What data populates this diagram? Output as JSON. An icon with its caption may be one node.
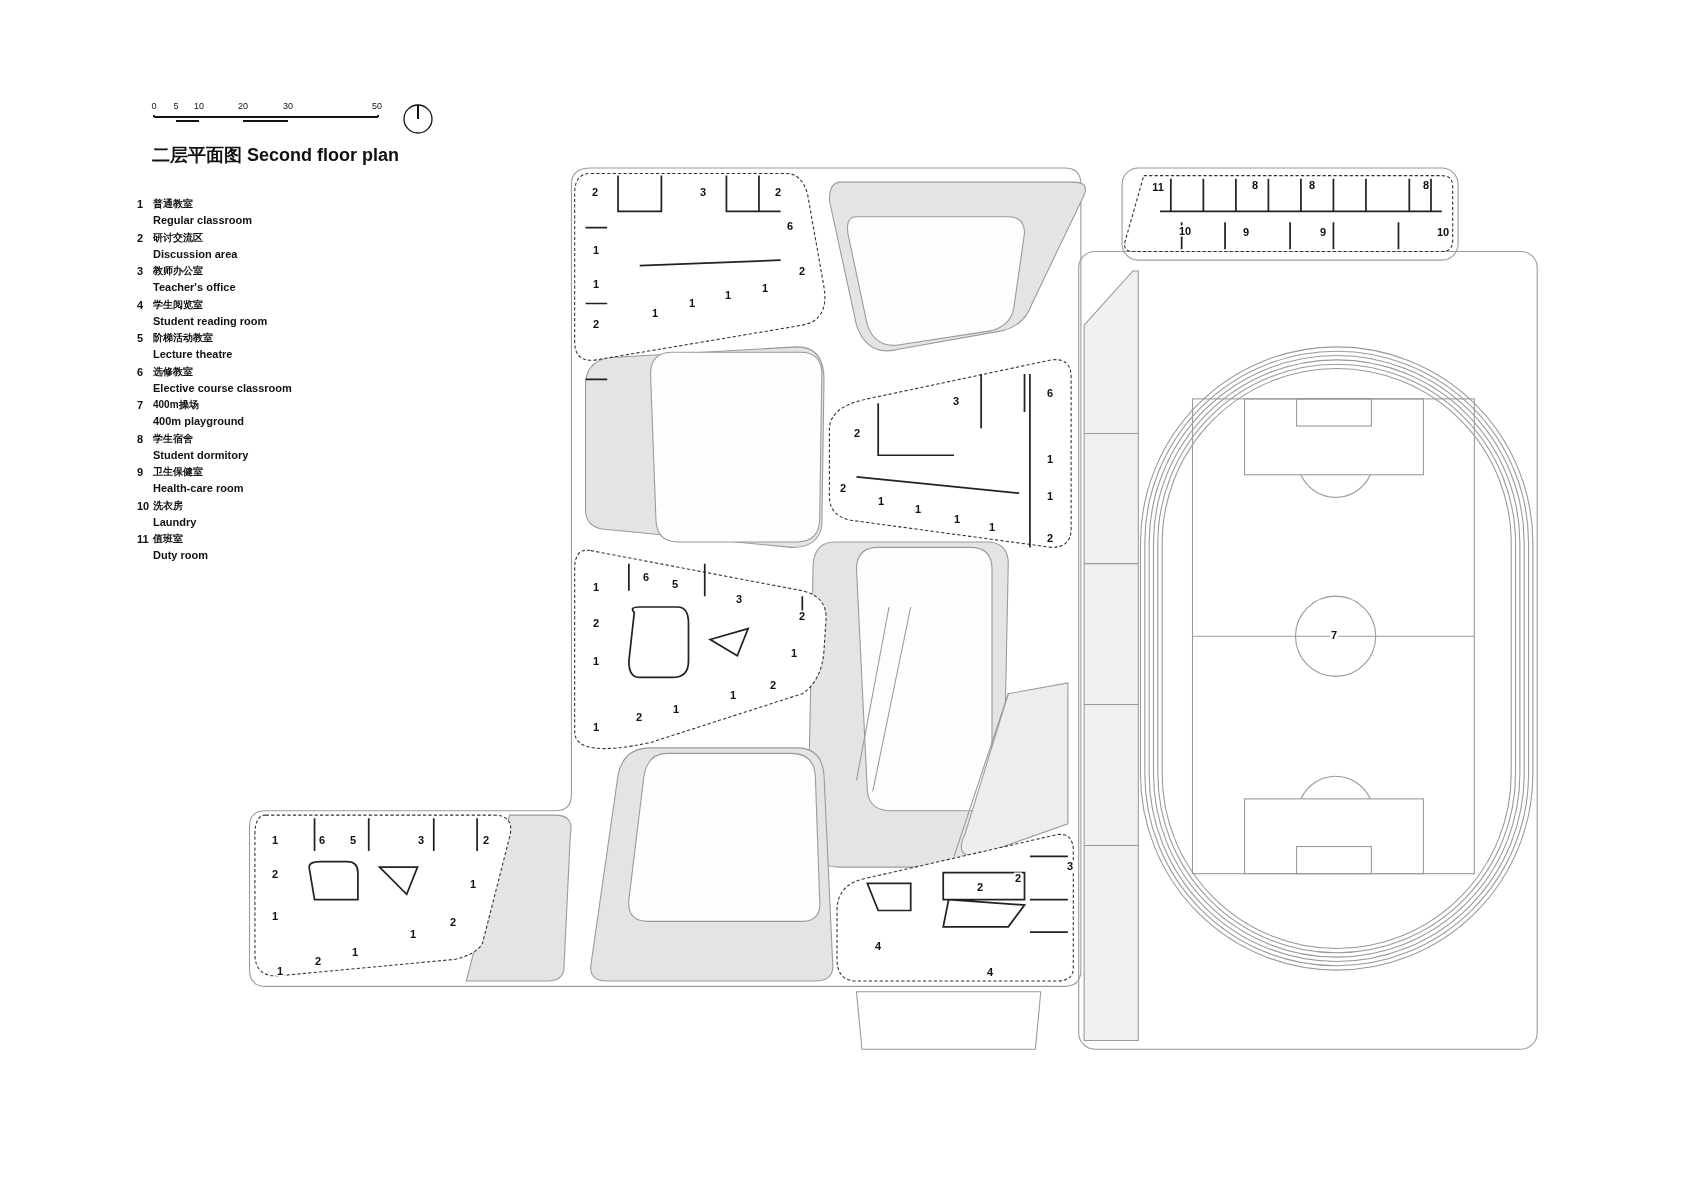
{
  "diagram": {
    "title": "二层平面图 Second floor plan",
    "labels": [
      "0",
      "5",
      "10",
      "20",
      "30",
      "50",
      "1",
      "普通教室",
      "Regular classroom",
      "2",
      "研讨交流区",
      "Discussion area",
      "3",
      "教师办公室",
      "Teacher's office",
      "4",
      "学生阅览室",
      "Student reading room",
      "5",
      "阶梯活动教室",
      "Lecture theatre",
      "6",
      "选修教室",
      "Elective course classroom",
      "7",
      "400m操场",
      "400m playground",
      "8",
      "学生宿舍",
      "Student dormitory",
      "9",
      "卫生保健室",
      "Health-care room",
      "10",
      "洗衣房",
      "Laundry",
      "11",
      "值班室",
      "Duty room",
      "2",
      "3",
      "2",
      "6",
      "1",
      "1",
      "2",
      "1",
      "1",
      "1",
      "1",
      "2",
      "11",
      "8",
      "8",
      "8",
      "10",
      "9",
      "9",
      "10",
      "3",
      "6",
      "2",
      "1",
      "2",
      "1",
      "1",
      "1",
      "1",
      "1",
      "2",
      "6",
      "5",
      "3",
      "1",
      "2",
      "2",
      "1",
      "1",
      "2",
      "1",
      "1",
      "2",
      "1",
      "7",
      "1",
      "6",
      "5",
      "3",
      "2",
      "2",
      "1",
      "1",
      "2",
      "1",
      "1",
      "2",
      "1",
      "3",
      "2",
      "2",
      "4",
      "4"
    ]
  }
}
